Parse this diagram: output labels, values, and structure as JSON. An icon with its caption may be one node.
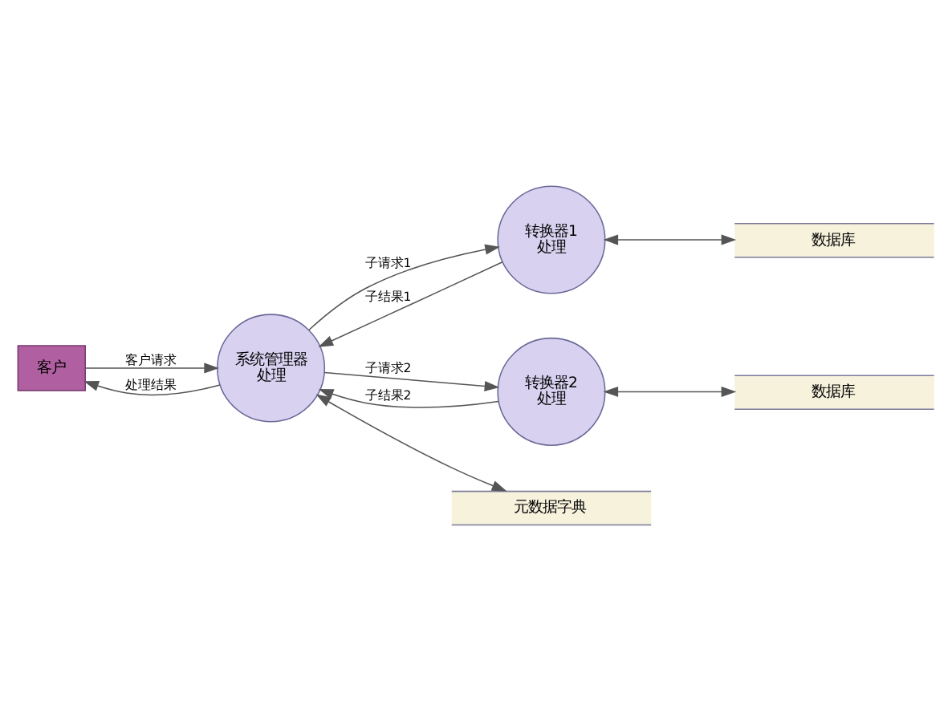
{
  "diagram": {
    "nodes": [
      {
        "text": [
          "客户"
        ]
      },
      {
        "text": [
          "系统管理器",
          "处理"
        ]
      },
      {
        "text": [
          "转换器1",
          "处理"
        ]
      },
      {
        "text": [
          "转换器2",
          "处理"
        ]
      },
      {
        "text": [
          "数据库"
        ]
      },
      {
        "text": [
          "元数据字典"
        ]
      },
      {
        "text": [
          "数据库"
        ]
      }
    ],
    "edges": [
      {
        "from": 0,
        "to": 1,
        "arrow": "to",
        "label": "客户请求"
      },
      {
        "from": 1,
        "to": 0,
        "arrow": "to",
        "label": "处理结果"
      },
      {
        "from": 1,
        "to": 2,
        "arrow": "to",
        "label": "子请求1"
      },
      {
        "from": 2,
        "to": 1,
        "arrow": "to",
        "label": "子结果1"
      },
      {
        "from": 1,
        "to": 3,
        "arrow": "to",
        "label": "子请求2"
      },
      {
        "from": 3,
        "to": 1,
        "arrow": "to",
        "label": "子结果2"
      },
      {
        "from": 1,
        "to": 5,
        "arrow": "both"
      },
      {
        "from": 2,
        "to": 4,
        "arrow": "both"
      },
      {
        "from": 3,
        "to": 6,
        "arrow": "both"
      }
    ]
  }
}
